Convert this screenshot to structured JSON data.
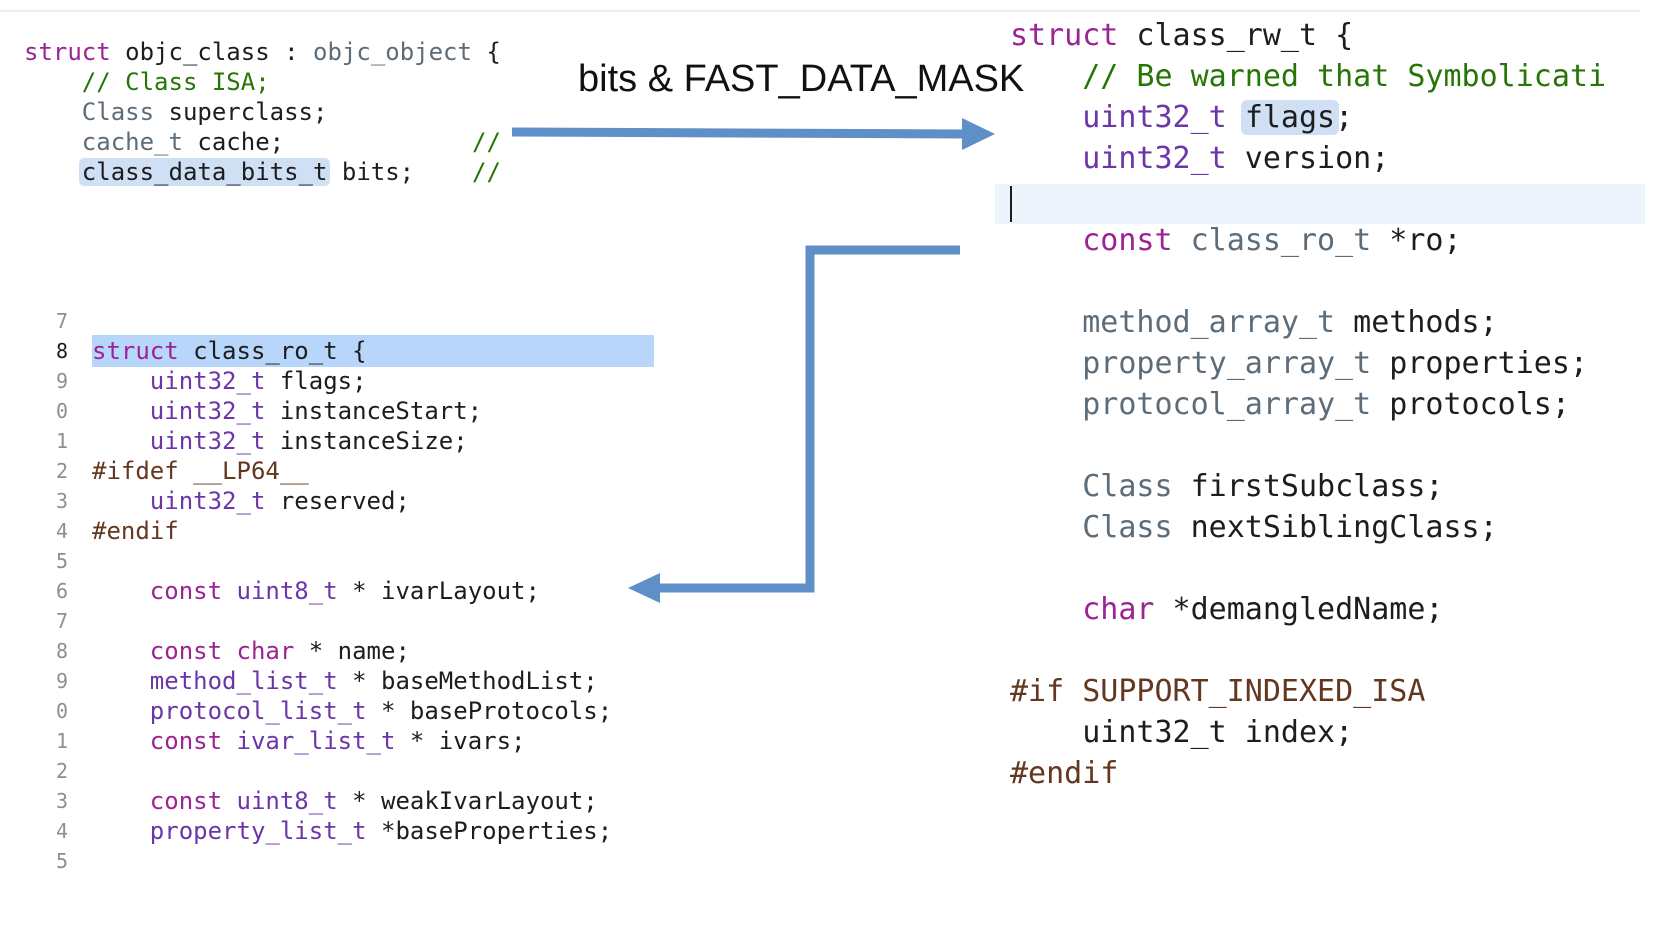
{
  "objc_class_snippet": {
    "lines": [
      {
        "struct_kw": "struct",
        "name": "objc_class",
        "colon": " : ",
        "base": "objc_object",
        "brace": " {"
      },
      {
        "comment": "// Class ISA;"
      },
      {
        "type": "Class",
        "rest": " superclass;"
      },
      {
        "type": "cache_t",
        "rest": " cache;",
        "comment": "//"
      },
      {
        "type": "class_data_bits_t",
        "rest": " bits;",
        "comment": "//"
      }
    ]
  },
  "arrow_label": "bits & FAST_DATA_MASK",
  "class_ro_editor": {
    "line_numbers": [
      "7",
      "8",
      "9",
      "0",
      "1",
      "2",
      "3",
      "4",
      "5",
      "6",
      "7",
      "8",
      "9",
      "0",
      "1",
      "2",
      "3",
      "4",
      "5"
    ],
    "code": [
      "",
      "struct class_ro_t {",
      "    uint32_t flags;",
      "    uint32_t instanceStart;",
      "    uint32_t instanceSize;",
      "#ifdef __LP64__",
      "    uint32_t reserved;",
      "#endif",
      "",
      "    const uint8_t * ivarLayout;",
      "",
      "    const char * name;",
      "    method_list_t * baseMethodList;",
      "    protocol_list_t * baseProtocols;",
      "    const ivar_list_t * ivars;",
      "",
      "    const uint8_t * weakIvarLayout;",
      "    property_list_t *baseProperties;",
      ""
    ],
    "tokens": {
      "struct_kw": "struct",
      "struct_name": "class_ro_t",
      "brace": " {",
      "uint32": "uint32_t",
      "flags": " flags;",
      "instanceStart": " instanceStart;",
      "instanceSize": " instanceSize;",
      "ifdef": "#ifdef",
      "lp64": " __LP64__",
      "reserved": " reserved;",
      "endif": "#endif",
      "const": "const",
      "uint8": "uint8_t",
      "ivarLayout": " * ivarLayout;",
      "char": "char",
      "name": " * name;",
      "method_list": "method_list_t",
      "baseMethodList": " * baseMethodList;",
      "protocol_list": "protocol_list_t",
      "baseProtocols": " * baseProtocols;",
      "ivar_list": "ivar_list_t",
      "ivars": " * ivars;",
      "weakIvarLayout": " * weakIvarLayout;",
      "property_list": "property_list_t",
      "baseProperties": " *baseProperties;"
    }
  },
  "class_rw_editor": {
    "struct_kw": "struct",
    "struct_name": " class_rw_t {",
    "comment": "// Be warned that Symbolicati",
    "uint32": "uint32_t",
    "flags": "flags",
    "semicolon": ";",
    "version": " version;",
    "const": "const",
    "class_ro": "class_ro_t",
    "ro": " *ro;",
    "method_array": "method_array_t",
    "methods": " methods;",
    "property_array": "property_array_t",
    "properties": " properties;",
    "protocol_array": "protocol_array_t",
    "protocols": " protocols;",
    "class_type": "Class",
    "firstSubclass": " firstSubclass;",
    "nextSiblingClass": " nextSiblingClass;",
    "char": "char",
    "demangledName": " *demangledName;",
    "if_directive": "#if SUPPORT_INDEXED_ISA",
    "index": "    uint32_t index;",
    "endif": "#endif"
  },
  "colors": {
    "keyword": "#9b2393",
    "type": "#6c36a9",
    "comment": "#267507",
    "preprocessor": "#643820",
    "arrow": "#5e8fc7",
    "line_highlight": "#b8d5fa"
  }
}
